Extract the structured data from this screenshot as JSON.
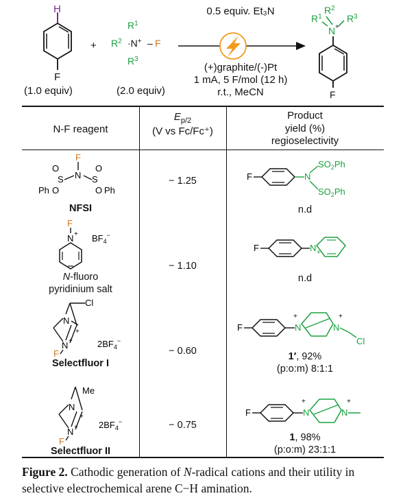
{
  "scheme": {
    "reagent_label": "R¹ / R²·N⁺–F / R³",
    "substrate_equiv": "(1.0 equiv)",
    "reagent_equiv": "(2.0 equiv)",
    "plus": "+",
    "cond_top": "0.5 equiv. Et₃N",
    "cond_1": "(+)graphite/(-)Pt",
    "cond_2": "1 mA, 5 F/mol (12 h)",
    "cond_3": "r.t., MeCN"
  },
  "table": {
    "headers": {
      "reagent": "N-F reagent",
      "potential_1": "E p/2",
      "potential_2": "(V vs Fc/Fc⁺)",
      "product_1": "Product",
      "product_2": "yield (%)",
      "product_3": "regioselectivity"
    },
    "rows": [
      {
        "name": "NFSI",
        "potential": "− 1.25",
        "product_yield": "n.d",
        "product_selectivity": ""
      },
      {
        "name_italic": "N",
        "name_rest": "-fluoro",
        "name_line2": "pyridinium salt",
        "potential": "− 1.10",
        "product_yield": "n.d",
        "product_selectivity": ""
      },
      {
        "name": "Selectfluor I",
        "potential": "− 0.60",
        "product_id": "1′",
        "product_yield": ", 92%",
        "product_selectivity": "(p:o:m) 8:1:1"
      },
      {
        "name": "Selectfluor II",
        "potential": "− 0.75",
        "product_id": "1",
        "product_yield": ", 98%",
        "product_selectivity": "(p:o:m) 23:1:1"
      }
    ]
  },
  "caption": {
    "label": "Figure 2.",
    "text_1": " Cathodic generation of ",
    "text_italic": "N",
    "text_2": "-radical cations and their utility in selective electrochemical arene C−H amination."
  },
  "colors": {
    "green": "#1aa040",
    "orange": "#d0741e",
    "purple": "#7a2a8c",
    "bolt": "#f29a1d"
  },
  "icons": [
    "lightning-bolt-icon",
    "reaction-arrow-icon"
  ]
}
